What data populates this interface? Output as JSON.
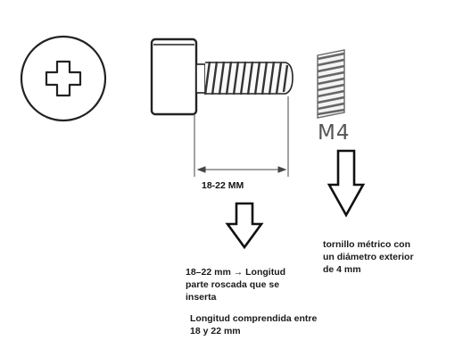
{
  "dimension_label": "18-22 MM",
  "thread_size_label": "M4",
  "thread_length_note": "18–22 mm → Longitud parte roscada que se inserta",
  "length_range_note": "Longitud comprendida entre 18 y 22 mm",
  "metric_note": "tornillo métrico con un diámetro exterior de 4 mm"
}
